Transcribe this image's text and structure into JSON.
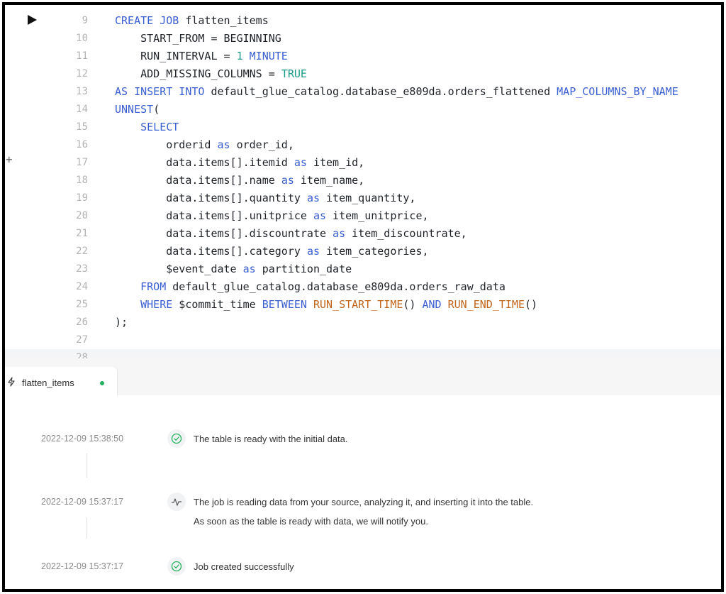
{
  "editor": {
    "lines": [
      {
        "num": "9",
        "html": "<span class=\"kw\">CREATE JOB</span> flatten_items"
      },
      {
        "num": "10",
        "html": "    START_FROM = BEGINNING"
      },
      {
        "num": "11",
        "html": "    RUN_INTERVAL = <span class=\"num\">1</span> <span class=\"kw\">MINUTE</span>"
      },
      {
        "num": "12",
        "html": "    ADD_MISSING_COLUMNS = <span class=\"num\">TRUE</span>"
      },
      {
        "num": "13",
        "html": "<span class=\"kw\">AS INSERT INTO</span> default_glue_catalog.database_e809da.orders_flattened <span class=\"kw\">MAP_COLUMNS_BY_NAME</span>"
      },
      {
        "num": "14",
        "html": "<span class=\"kw\">UNNEST</span>("
      },
      {
        "num": "15",
        "html": "    <span class=\"kw\">SELECT</span>"
      },
      {
        "num": "16",
        "html": "        orderid <span class=\"kw\">as</span> order_id,"
      },
      {
        "num": "17",
        "html": "        data.items[].itemid <span class=\"kw\">as</span> item_id,"
      },
      {
        "num": "18",
        "html": "        data.items[].name <span class=\"kw\">as</span> item_name,"
      },
      {
        "num": "19",
        "html": "        data.items[].quantity <span class=\"kw\">as</span> item_quantity,"
      },
      {
        "num": "20",
        "html": "        data.items[].unitprice <span class=\"kw\">as</span> item_unitprice,"
      },
      {
        "num": "21",
        "html": "        data.items[].discountrate <span class=\"kw\">as</span> item_discountrate,"
      },
      {
        "num": "22",
        "html": "        data.items[].category <span class=\"kw\">as</span> item_categories,"
      },
      {
        "num": "23",
        "html": "        $event_date <span class=\"kw\">as</span> partition_date"
      },
      {
        "num": "24",
        "html": "    <span class=\"kw\">FROM</span> default_glue_catalog.database_e809da.orders_raw_data"
      },
      {
        "num": "25",
        "html": "    <span class=\"kw\">WHERE</span> $commit_time <span class=\"kw\">BETWEEN</span> <span class=\"fn\">RUN_START_TIME</span>() <span class=\"kw\">AND</span> <span class=\"fn\">RUN_END_TIME</span>()"
      },
      {
        "num": "26",
        "html": ");"
      },
      {
        "num": "27",
        "html": ""
      },
      {
        "num": "28",
        "html": ""
      }
    ],
    "current_line": "28"
  },
  "tab": {
    "label": "flatten_items",
    "status_color": "#22b35e"
  },
  "timeline": [
    {
      "timestamp": "2022-12-09 15:38:50",
      "icon": "check-circle-icon",
      "lines": [
        "The table is ready with the initial data."
      ]
    },
    {
      "timestamp": "2022-12-09 15:37:17",
      "icon": "activity-icon",
      "lines": [
        "The job is reading data from your source, analyzing it, and inserting it into the table.",
        "As soon as the table is ready with data, we will notify you."
      ]
    },
    {
      "timestamp": "2022-12-09 15:37:17",
      "icon": "check-circle-icon",
      "lines": [
        "Job created successfully"
      ]
    }
  ],
  "colors": {
    "keyword": "#3a5fd0",
    "number": "#1a9a86",
    "function": "#c0641a",
    "success": "#22b35e"
  }
}
